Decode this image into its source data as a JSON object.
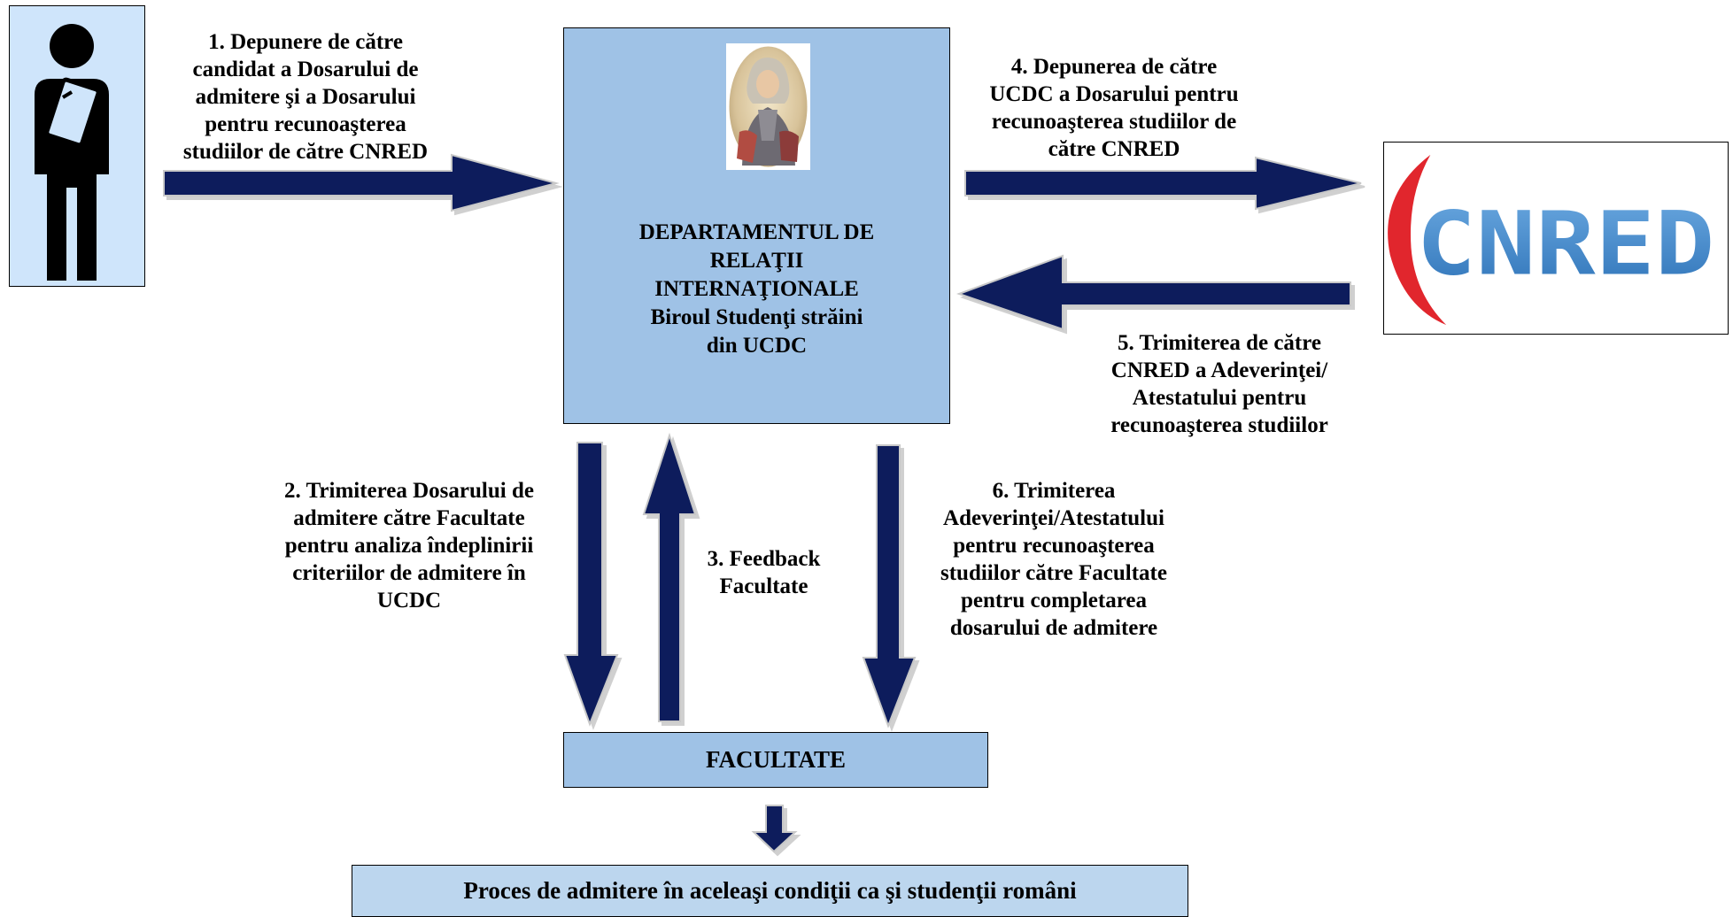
{
  "colors": {
    "arrow_fill": "#0b1f5c",
    "arrow_outline": "#c8c8c8",
    "dept_fill": "#9fc2e6",
    "person_bg": "#cfe5fb",
    "process_fill": "#bcd6ee",
    "cnred_blue": "#3f86c9",
    "cnred_red": "#e1262d"
  },
  "person": {
    "icon": "student-with-folder-icon"
  },
  "department": {
    "icon": "portrait-icon",
    "title": "DEPARTAMENTUL DE\nRELAŢII\nINTERNAŢIONALE\nBiroul Studenţi străini\ndin UCDC"
  },
  "cnred": {
    "logo_text": "CNRED",
    "icon": "cnred-logo"
  },
  "faculty": {
    "title": "FACULTATE"
  },
  "process": {
    "title": "Proces de admitere în aceleaşi condiţii ca şi studenţii români"
  },
  "steps": {
    "step1": "1. Depunere de către\ncandidat a Dosarului de\nadmitere şi a Dosarului\npentru recunoaşterea\nstudiilor de către CNRED",
    "step2": "2. Trimiterea Dosarului de\nadmitere către Facultate\npentru analiza îndeplinirii\ncriteriilor de admitere în\nUCDC",
    "step3": "3. Feedback\nFacultate",
    "step4": "4. Depunerea de către\nUCDC a Dosarului pentru\nrecunoaşterea studiilor de\ncătre CNRED",
    "step5": "5. Trimiterea de către\nCNRED a Adeverinţei/\nAtestatului pentru\nrecunoaşterea studiilor",
    "step6": "6. Trimiterea\nAdeverinţei/Atestatului\npentru recunoaşterea\nstudiilor către Facultate\npentru completarea\ndosarului de admitere"
  }
}
